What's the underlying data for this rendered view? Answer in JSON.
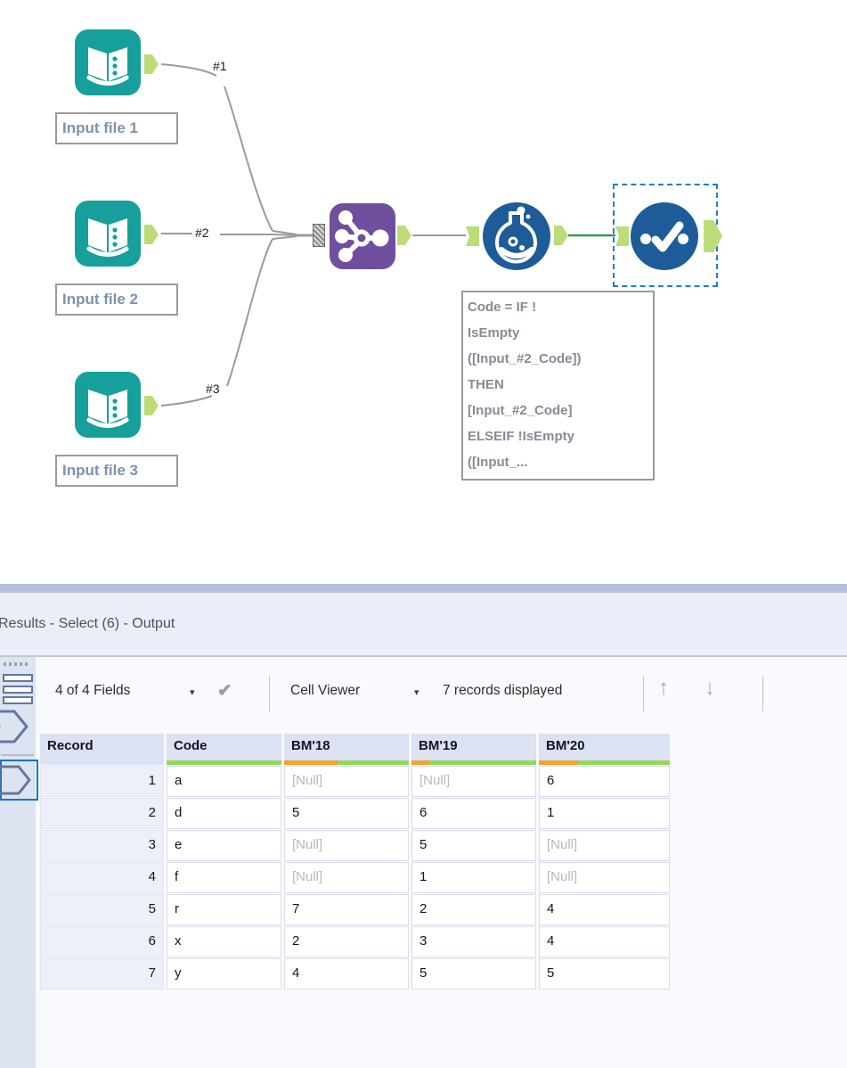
{
  "canvas": {
    "tool_labels": [
      "Input file 1",
      "Input file 2",
      "Input file 3"
    ],
    "connection_labels": [
      "#1",
      "#2",
      "#3"
    ],
    "annotation_text": "Code = IF !\nIsEmpty\n([Input_#2_Code])\nTHEN\n[Input_#2_Code]\nELSEIF !IsEmpty\n([Input_..."
  },
  "results": {
    "title": "Results - Select (6) - Output",
    "toolbar": {
      "fields": "4 of 4 Fields",
      "viewer": "Cell Viewer",
      "records": "7 records displayed"
    },
    "grid": {
      "columns": [
        {
          "label": "Record",
          "width": 139,
          "quality": null
        },
        {
          "label": "Code",
          "width": 129,
          "quality": {
            "orange_pct": 0
          }
        },
        {
          "label": "BM'18",
          "width": 140,
          "quality": {
            "orange_pct": 43
          }
        },
        {
          "label": "BM'19",
          "width": 140,
          "quality": {
            "orange_pct": 14
          }
        },
        {
          "label": "BM'20",
          "width": 147,
          "quality": {
            "orange_pct": 29
          }
        }
      ],
      "rows": [
        [
          "1",
          "a",
          "[Null]",
          "[Null]",
          "6"
        ],
        [
          "2",
          "d",
          "5",
          "6",
          "1"
        ],
        [
          "3",
          "e",
          "[Null]",
          "5",
          "[Null]"
        ],
        [
          "4",
          "f",
          "[Null]",
          "1",
          "[Null]"
        ],
        [
          "5",
          "r",
          "7",
          "2",
          "4"
        ],
        [
          "6",
          "x",
          "2",
          "3",
          "4"
        ],
        [
          "7",
          "y",
          "4",
          "5",
          "5"
        ]
      ],
      "null_token": "[Null]"
    }
  },
  "icons": {
    "dropdown_caret": "▾",
    "apply_check": "✔",
    "scroll_up": "↑",
    "scroll_down": "↓"
  },
  "colors": {
    "input_tool_teal": "#17a09b",
    "union_tool_purple": "#6f4f9d",
    "tool_circle_blue": "#1d5c99",
    "anchor_green": "#bcdc77",
    "wire_gray": "#9b9b9b",
    "wire_green": "#2f9e4a",
    "selection_blue": "#1f7cd6",
    "quality_green": "#93d85c",
    "quality_orange": "#f0a32a",
    "panel_topbar": "#b2bfde",
    "header_bg": "#dce1f3"
  }
}
